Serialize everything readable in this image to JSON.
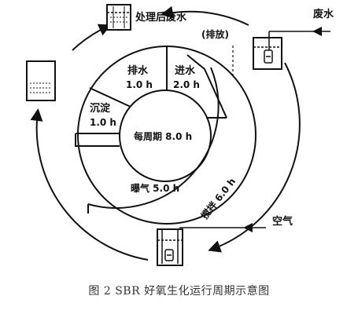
{
  "labels": {
    "treated_water": "处理后废水",
    "drain_note": "(排放)",
    "wastewater": "废水",
    "air": "空气",
    "stir": "搅拌 6.0 h",
    "aeration": "曝气 5.0 h",
    "cycle": "每周期 8.0 h"
  },
  "phases": {
    "drain": {
      "name": "排水",
      "time": "1.0 h"
    },
    "fill": {
      "name": "进水",
      "time": "2.0 h"
    },
    "settle": {
      "name": "沉淀",
      "time": "1.0 h"
    }
  },
  "caption": "图 2   SBR 好氧生化运行周期示意图"
}
